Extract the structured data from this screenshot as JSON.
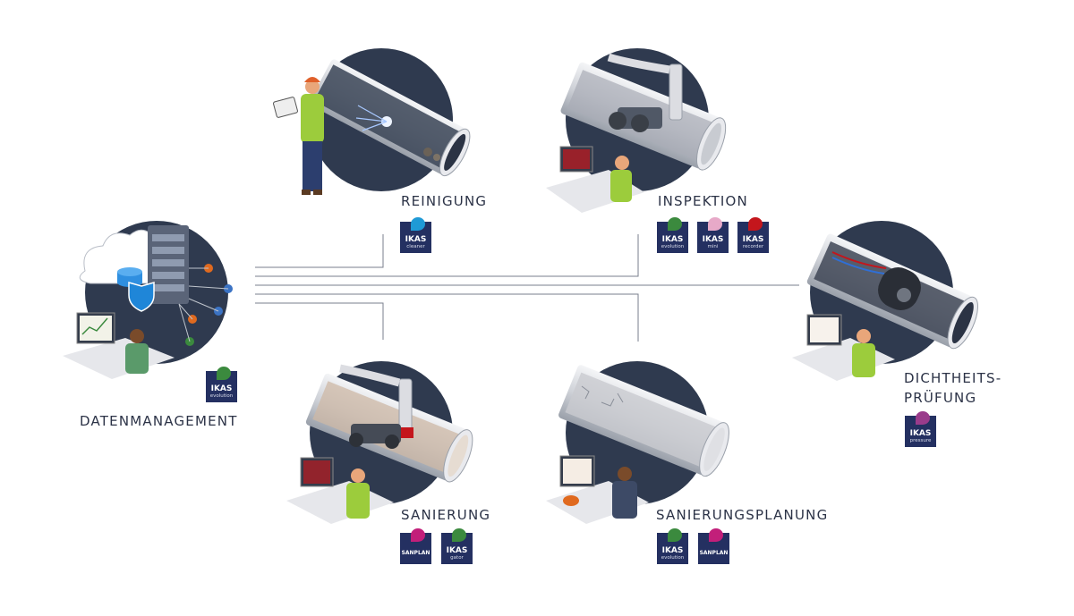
{
  "stations": {
    "reinigung": {
      "title": "REINIGUNG",
      "badges": [
        {
          "name": "IKAS",
          "sub": "cleaner",
          "color": "#1f9ad6"
        }
      ]
    },
    "inspektion": {
      "title": "INSPEKTION",
      "badges": [
        {
          "name": "IKAS",
          "sub": "evolution",
          "color": "#3b8a3e"
        },
        {
          "name": "IKAS",
          "sub": "mini",
          "color": "#e7a9c8"
        },
        {
          "name": "IKAS",
          "sub": "recorder",
          "color": "#c4161c"
        }
      ]
    },
    "datenmanagement": {
      "title": "DATENMANAGEMENT",
      "badges": [
        {
          "name": "IKAS",
          "sub": "evolution",
          "color": "#3b8a3e"
        }
      ]
    },
    "dichtheitspruefung": {
      "title": "DICHTHEITS-\nPRÜFUNG",
      "badges": [
        {
          "name": "IKAS",
          "sub": "pressure",
          "color": "#9a3b8b"
        }
      ]
    },
    "sanierung": {
      "title": "SANIERUNG",
      "badges": [
        {
          "name": "SANPLAN",
          "sub": "",
          "color": "#c21f7a"
        },
        {
          "name": "IKAS",
          "sub": "gator",
          "color": "#3b8a3e"
        }
      ]
    },
    "sanierungsplanung": {
      "title": "SANIERUNGSPLANUNG",
      "badges": [
        {
          "name": "IKAS",
          "sub": "evolution",
          "color": "#3b8a3e"
        },
        {
          "name": "SANPLAN",
          "sub": "",
          "color": "#c21f7a"
        }
      ]
    }
  },
  "colors": {
    "circle": "#2f3a4f",
    "line": "#7a7f8c",
    "text": "#2c3347",
    "badge": "#243061",
    "vest": "#9ccc3c",
    "pipe": "#d9dbe0"
  }
}
